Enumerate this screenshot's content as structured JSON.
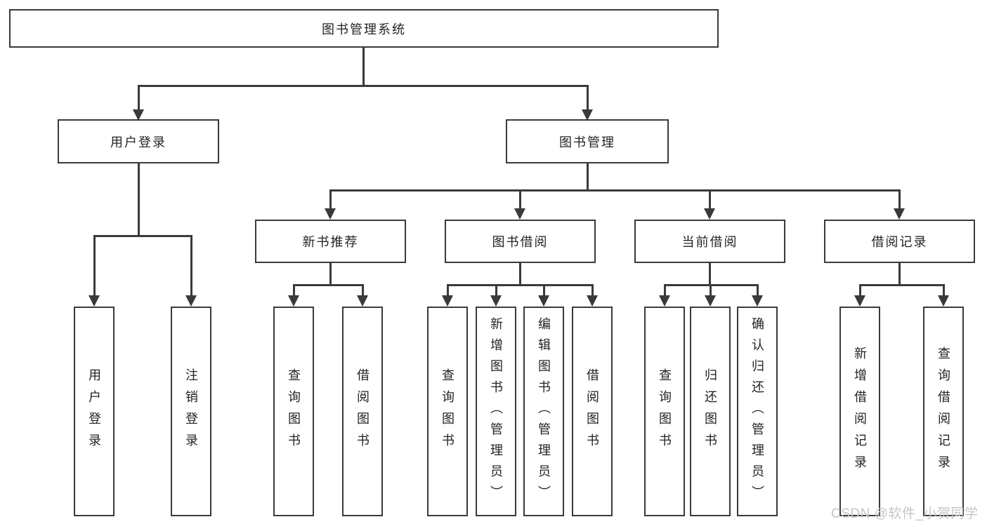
{
  "tree": {
    "label": "图书管理系统",
    "children": [
      {
        "label": "用户登录",
        "children": [
          {
            "label": "用户登录"
          },
          {
            "label": "注销登录"
          }
        ]
      },
      {
        "label": "图书管理",
        "children": [
          {
            "label": "新书推荐",
            "children": [
              {
                "label": "查询图书"
              },
              {
                "label": "借阅图书"
              }
            ]
          },
          {
            "label": "图书借阅",
            "children": [
              {
                "label": "查询图书"
              },
              {
                "label": "新增图书（管理员）"
              },
              {
                "label": "编辑图书（管理员）"
              },
              {
                "label": "借阅图书"
              }
            ]
          },
          {
            "label": "当前借阅",
            "children": [
              {
                "label": "查询图书"
              },
              {
                "label": "归还图书"
              },
              {
                "label": "确认归还（管理员）"
              }
            ]
          },
          {
            "label": "借阅记录",
            "children": [
              {
                "label": "新增借阅记录"
              },
              {
                "label": "查询借阅记录"
              }
            ]
          }
        ]
      }
    ]
  },
  "watermark": {
    "text": "CSDN @软件_小贺同学"
  },
  "colors": {
    "line": "#3a3a3c",
    "text": "#222326",
    "watermark": "#c6c6c6",
    "background": "#ffffff"
  }
}
